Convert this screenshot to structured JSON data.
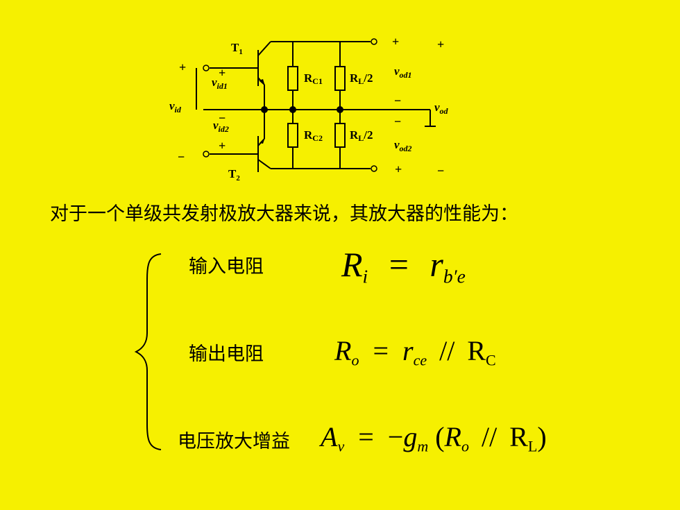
{
  "circuit": {
    "t1": "T",
    "t1_sub": "1",
    "t2": "T",
    "t2_sub": "2",
    "rc1": "R",
    "rc1_sub": "C1",
    "rc2": "R",
    "rc2_sub": "C2",
    "rl_top": "R",
    "rl_top_sub": "L",
    "rl_top_tail": "/2",
    "rl_bot": "R",
    "rl_bot_sub": "L",
    "rl_bot_tail": "/2",
    "vid": "v",
    "vid_sub": "id",
    "vid1": "v",
    "vid1_sub": "id1",
    "vid2": "v",
    "vid2_sub": "id2",
    "vod1": "v",
    "vod1_sub": "od1",
    "vod2": "v",
    "vod2_sub": "od2",
    "vod": "v",
    "vod_sub": "od",
    "plus": "+",
    "minus": "−"
  },
  "intro_text": "对于一个单级共发射极放大器来说，其放大器的性能为：",
  "rows": [
    {
      "label": "输入电阻"
    },
    {
      "label": "输出电阻"
    },
    {
      "label": "电压放大增益"
    }
  ],
  "formulas": {
    "ri": {
      "lhs": "R",
      "lhs_sub": "i",
      "eq": "=",
      "rhs": "r",
      "rhs_sub": "b′e"
    },
    "ro": {
      "lhs": "R",
      "lhs_sub": "o",
      "eq": "=",
      "rhs": "r",
      "rhs_sub": "ce",
      "par": "//",
      "tail": "R",
      "tail_sub": "C"
    },
    "av": {
      "lhs": "A",
      "lhs_sub": "v",
      "eq": "=",
      "neg": "−",
      "g": "g",
      "g_sub": "m",
      "open": "(",
      "r": "R",
      "r_sub": "o",
      "par": "//",
      "tail": "R",
      "tail_sub": "L",
      "close": ")"
    }
  }
}
